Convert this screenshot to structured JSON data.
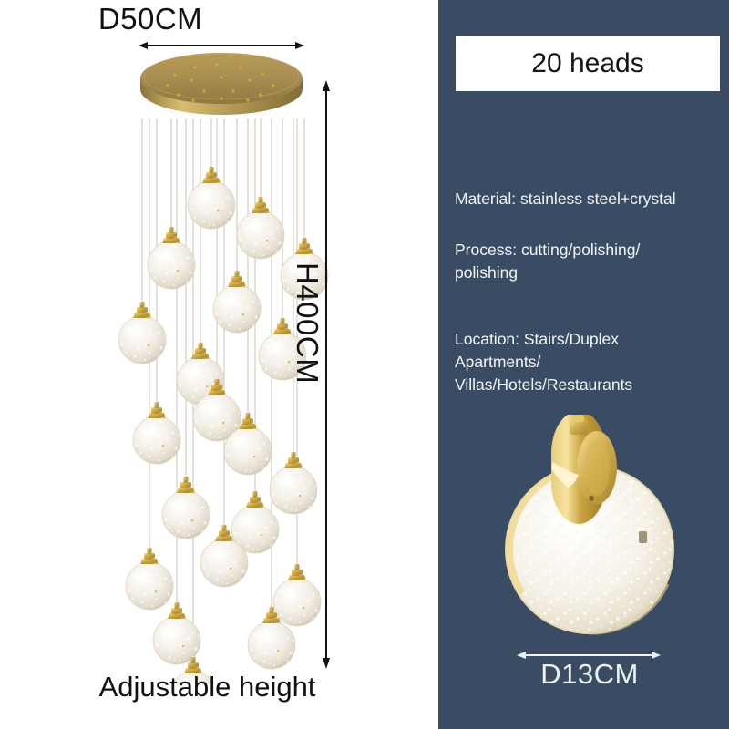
{
  "colors": {
    "panel_background": "#3a4c63",
    "left_background": "#ffffff",
    "gold": "#c9a227",
    "gold_light": "#e8d48a",
    "crystal": "#f1ece3",
    "text_dark": "#111111",
    "text_light": "#f2f5f8"
  },
  "left": {
    "width_dimension": "D50CM",
    "height_dimension": "H400CM",
    "caption": "Adjustable height",
    "product": "crystal-ball-cascade-chandelier",
    "pendant_count": 20
  },
  "right": {
    "heads_label": "20 heads",
    "specs": {
      "material": "Material: stainless steel+crystal",
      "process_line1": "Process: cutting/polishing/",
      "process_line2": "polishing",
      "location_line1": "Location: Stairs/Duplex",
      "location_line2": "Apartments/",
      "location_line3": "Villas/Hotels/Restaurants"
    },
    "sconce_dimension": "D13CM",
    "sconce_product": "round-crystal-wall-sconce"
  }
}
